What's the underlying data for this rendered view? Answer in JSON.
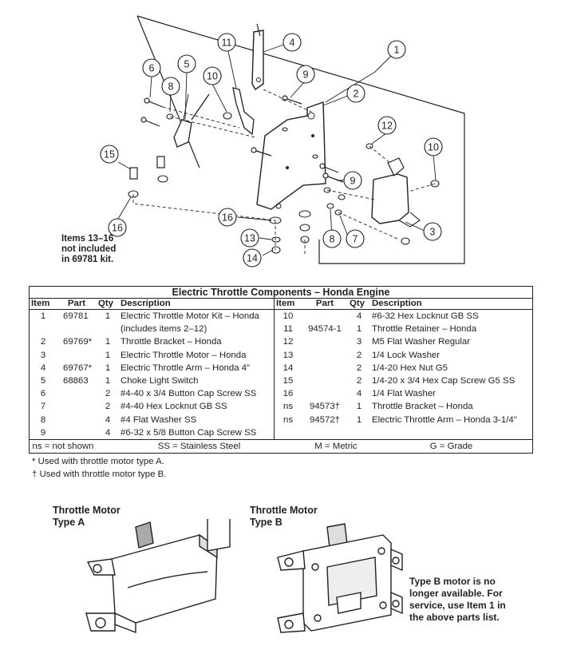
{
  "diagram": {
    "callouts": [
      "1",
      "2",
      "3",
      "4",
      "5",
      "6",
      "7",
      "8",
      "9",
      "10",
      "11",
      "12",
      "13",
      "14",
      "15",
      "16"
    ],
    "kit_note": [
      "Items 13–16",
      "not included",
      "in 69781 kit."
    ]
  },
  "table": {
    "title": "Electric Throttle Components – Honda Engine",
    "headers": [
      "Item",
      "Part",
      "Qty",
      "Description"
    ],
    "left_rows": [
      {
        "item": "1",
        "part": "69781",
        "qty": "1",
        "desc": "Electric Throttle Motor Kit – Honda"
      },
      {
        "item": "",
        "part": "",
        "qty": "",
        "desc": "(includes items 2–12)"
      },
      {
        "item": "2",
        "part": "69769*",
        "qty": "1",
        "desc": "Throttle Bracket – Honda"
      },
      {
        "item": "3",
        "part": "",
        "qty": "1",
        "desc": "Electric Throttle Motor – Honda"
      },
      {
        "item": "4",
        "part": "69767*",
        "qty": "1",
        "desc": "Electric Throttle Arm – Honda 4\""
      },
      {
        "item": "5",
        "part": "68863",
        "qty": "1",
        "desc": "Choke Light Switch"
      },
      {
        "item": "6",
        "part": "",
        "qty": "2",
        "desc": "#4-40 x 3/4 Button Cap Screw SS"
      },
      {
        "item": "7",
        "part": "",
        "qty": "2",
        "desc": "#4-40 Hex Locknut GB SS"
      },
      {
        "item": "8",
        "part": "",
        "qty": "4",
        "desc": "#4 Flat Washer SS"
      },
      {
        "item": "9",
        "part": "",
        "qty": "4",
        "desc": "#6-32 x 5/8 Button Cap Screw SS"
      }
    ],
    "right_rows": [
      {
        "item": "10",
        "part": "",
        "qty": "4",
        "desc": "#6-32 Hex Locknut GB SS"
      },
      {
        "item": "11",
        "part": "94574-1",
        "qty": "1",
        "desc": "Throttle Retainer – Honda"
      },
      {
        "item": "12",
        "part": "",
        "qty": "3",
        "desc": "M5 Flat Washer Regular"
      },
      {
        "item": "13",
        "part": "",
        "qty": "2",
        "desc": "1/4 Lock Washer"
      },
      {
        "item": "14",
        "part": "",
        "qty": "2",
        "desc": "1/4-20 Hex Nut G5"
      },
      {
        "item": "15",
        "part": "",
        "qty": "2",
        "desc": "1/4-20 x 3/4 Hex Cap Screw G5 SS"
      },
      {
        "item": "16",
        "part": "",
        "qty": "4",
        "desc": "1/4 Flat Washer"
      },
      {
        "item": "ns",
        "part": "94573†",
        "qty": "1",
        "desc": "Throttle Bracket – Honda"
      },
      {
        "item": "ns",
        "part": "94572†",
        "qty": "1",
        "desc": "Electric Throttle Arm – Honda 3-1/4\""
      },
      {
        "item": "",
        "part": "",
        "qty": "",
        "desc": ""
      }
    ],
    "legend": [
      "ns = not shown",
      "SS = Stainless Steel",
      "M = Metric",
      "G = Grade"
    ]
  },
  "footnotes": [
    "* Used with throttle motor type A.",
    "† Used with throttle motor type B."
  ],
  "motor_a": {
    "caption": [
      "Throttle Motor",
      "Type A"
    ]
  },
  "motor_b": {
    "caption": [
      "Throttle Motor",
      "Type B"
    ]
  },
  "service_note": [
    "Type B motor is no",
    "longer available. For",
    "service, use Item 1 in",
    "the above parts list."
  ]
}
